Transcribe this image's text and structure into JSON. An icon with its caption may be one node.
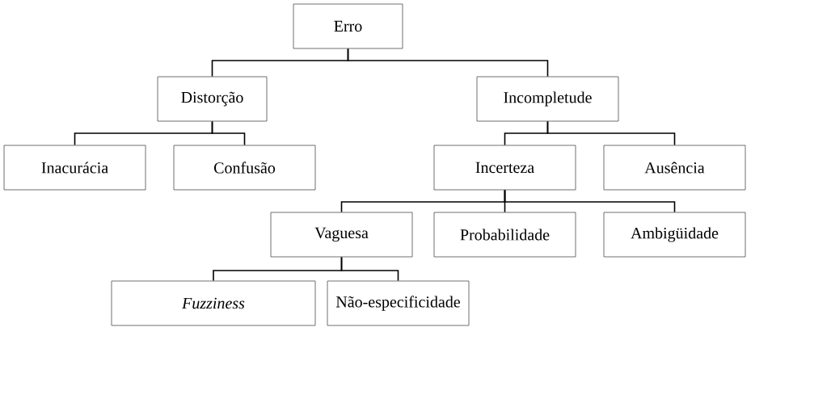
{
  "diagram": {
    "nodes": [
      {
        "text": [
          "Erro"
        ]
      },
      {
        "text": [
          "Distorção"
        ]
      },
      {
        "text": [
          "Incompletude"
        ]
      },
      {
        "text": [
          "Inacurácia"
        ]
      },
      {
        "text": [
          "Confusão"
        ]
      },
      {
        "text": [
          "Incerteza"
        ]
      },
      {
        "text": [
          "Ausência"
        ]
      },
      {
        "text": [
          "Vaguesa"
        ]
      },
      {
        "text": [
          "Probabilidade"
        ]
      },
      {
        "text": [
          "Ambigüidade"
        ]
      },
      {
        "text": [
          "Fuzziness"
        ]
      },
      {
        "text": [
          "Não-especificidade"
        ]
      }
    ],
    "edges": [
      {
        "from": 0,
        "to": 1,
        "arrow": "none"
      },
      {
        "from": 0,
        "to": 2,
        "arrow": "none"
      },
      {
        "from": 1,
        "to": 3,
        "arrow": "none"
      },
      {
        "from": 1,
        "to": 4,
        "arrow": "none"
      },
      {
        "from": 2,
        "to": 5,
        "arrow": "none"
      },
      {
        "from": 2,
        "to": 6,
        "arrow": "none"
      },
      {
        "from": 5,
        "to": 7,
        "arrow": "none"
      },
      {
        "from": 5,
        "to": 8,
        "arrow": "none"
      },
      {
        "from": 5,
        "to": 9,
        "arrow": "none"
      },
      {
        "from": 7,
        "to": 10,
        "arrow": "none"
      },
      {
        "from": 7,
        "to": 11,
        "arrow": "none"
      }
    ]
  }
}
